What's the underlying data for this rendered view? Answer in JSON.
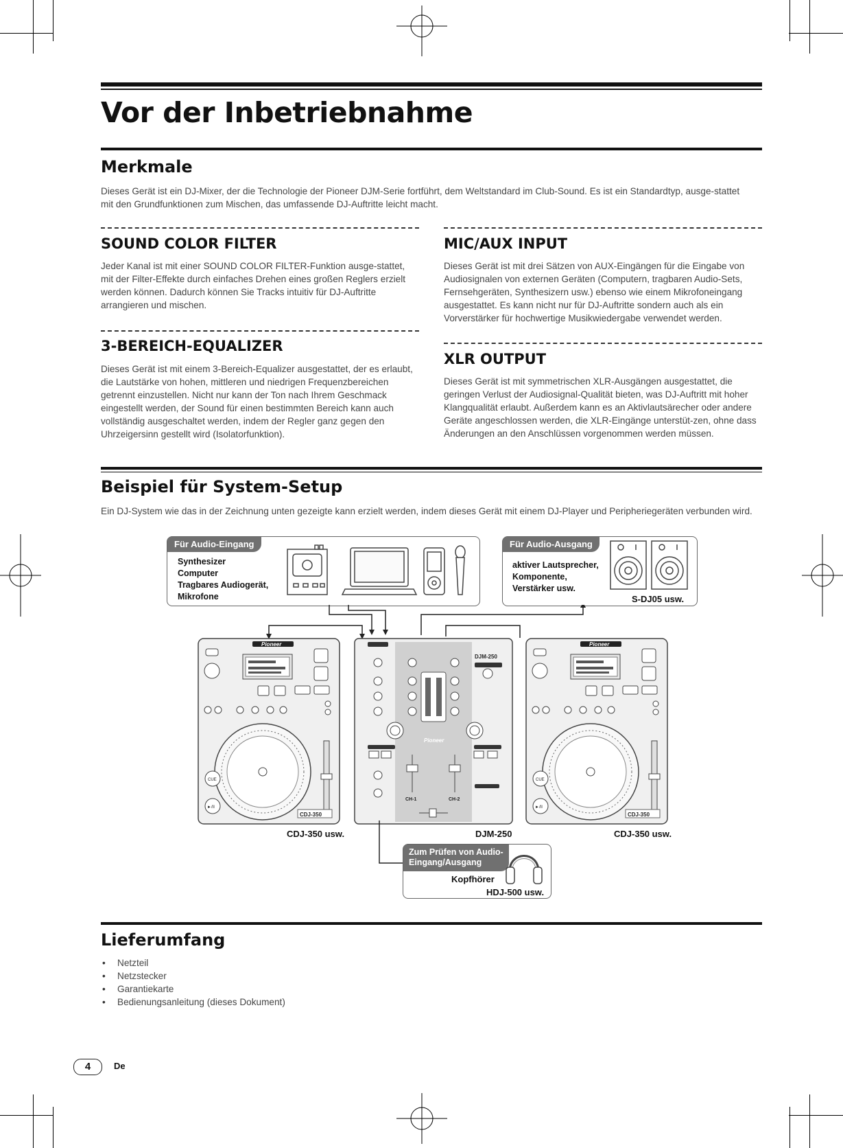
{
  "page": {
    "title": "Vor der Inbetriebnahme",
    "page_number": "4",
    "language": "De"
  },
  "merkmale": {
    "heading": "Merkmale",
    "intro": "Dieses Gerät ist ein DJ-Mixer, der die Technologie der Pioneer DJM-Serie fortführt, dem Weltstandard im Club-Sound. Es ist ein Standardtyp, ausge-stattet mit den Grundfunktionen zum Mischen, das umfassende DJ-Auftritte leicht macht."
  },
  "features": [
    {
      "heading": "SOUND COLOR FILTER",
      "text": "Jeder Kanal ist mit einer SOUND COLOR FILTER-Funktion ausge-stattet, mit der Filter-Effekte durch einfaches Drehen eines großen Reglers erzielt werden können. Dadurch können Sie Tracks intuitiv für DJ-Auftritte arrangieren und mischen."
    },
    {
      "heading": "3-BEREICH-EQUALIZER",
      "text": "Dieses Gerät ist mit einem 3-Bereich-Equalizer ausgestattet, der es erlaubt, die Lautstärke von hohen, mittleren und niedrigen Frequenzbereichen getrennt einzustellen. Nicht nur kann der Ton nach Ihrem Geschmack eingestellt werden, der Sound für einen bestimmten Bereich kann auch vollständig ausgeschaltet werden, indem der Regler ganz gegen den Uhrzeigersinn gestellt wird (Isolatorfunktion)."
    },
    {
      "heading": "MIC/AUX INPUT",
      "text": "Dieses Gerät ist mit drei Sätzen von AUX-Eingängen für die Eingabe von Audiosignalen von externen Geräten (Computern, tragbaren Audio-Sets, Fernsehgeräten, Synthesizern usw.) ebenso wie einem Mikrofoneingang ausgestattet. Es kann nicht nur für DJ-Auftritte sondern auch als ein Vorverstärker für hochwertige Musikwiedergabe verwendet werden."
    },
    {
      "heading": "XLR OUTPUT",
      "text": "Dieses Gerät ist mit symmetrischen XLR-Ausgängen ausgestattet, die geringen Verlust der Audiosignal-Qualität bieten, was DJ-Auftritt mit hoher Klangqualität erlaubt. Außerdem kann es an Aktivlautsärecher oder andere Geräte angeschlossen werden, die XLR-Eingänge unterstüt-zen, ohne dass Änderungen an den Anschlüssen vorgenommen werden müssen."
    }
  ],
  "setup": {
    "heading": "Beispiel für System-Setup",
    "intro": "Ein DJ-System wie das in der Zeichnung unten gezeigte kann erzielt werden, indem dieses Gerät mit einem DJ-Player und Peripheriegeräten verbunden wird.",
    "input_box": {
      "tab": "Für Audio-Eingang",
      "items": [
        "Synthesizer",
        "Computer",
        "Tragbares Audiogerät,",
        "Mikrofone"
      ]
    },
    "output_box": {
      "tab": "Für Audio-Ausgang",
      "items": [
        "aktiver Lautsprecher,",
        "Komponente,",
        "Verstärker usw."
      ],
      "model": "S-DJ05 usw."
    },
    "left_player": "CDJ-350 usw.",
    "mixer": "DJM-250",
    "right_player": "CDJ-350 usw.",
    "headphone_box": {
      "tab_line1": "Zum Prüfen von Audio-",
      "tab_line2": "Eingang/Ausgang",
      "label": "Kopfhörer",
      "model": "HDJ-500 usw."
    },
    "device_text": {
      "brand": "Pioneer",
      "cdj_model": "CDJ-350",
      "mixer_model": "DJM-250",
      "ch1": "CH-1",
      "ch2": "CH-2",
      "cue": "CUE",
      "play": "►/II"
    }
  },
  "lieferumfang": {
    "heading": "Lieferumfang",
    "items": [
      "Netzteil",
      "Netzstecker",
      "Garantiekarte",
      "Bedienungsanleitung (dieses Dokument)"
    ]
  }
}
